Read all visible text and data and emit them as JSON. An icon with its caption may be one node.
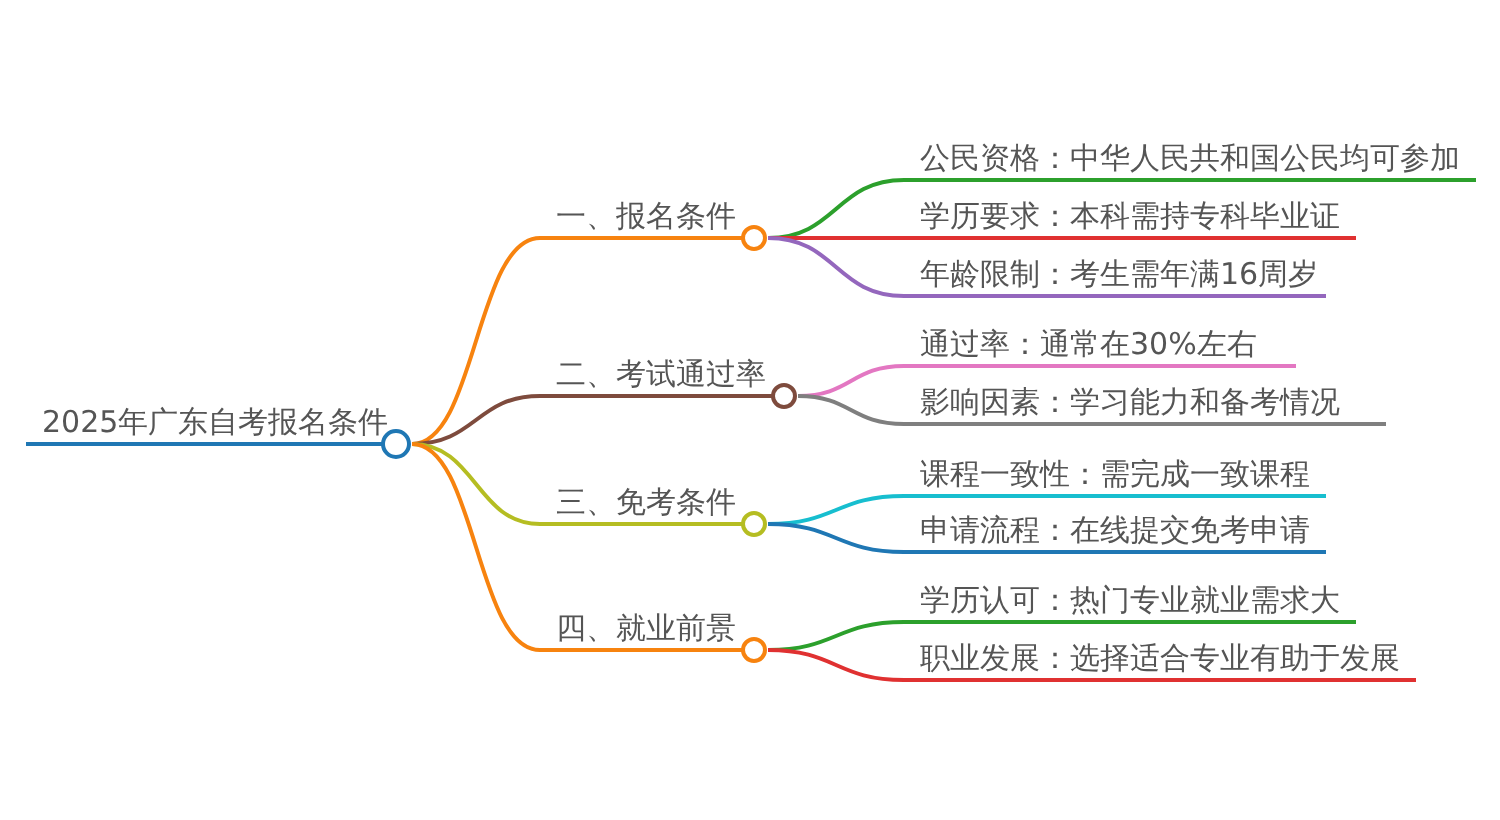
{
  "diagram": {
    "nodes": [
      {
        "text": [
          "2025年广东自考报名条件"
        ]
      },
      {
        "text": [
          "一、报名条件"
        ]
      },
      {
        "text": [
          "公民资格：中华人民共和国公民均可参加"
        ]
      },
      {
        "text": [
          "学历要求：本科需持专科毕业证"
        ]
      },
      {
        "text": [
          "年龄限制：考生需年满16周岁"
        ]
      },
      {
        "text": [
          "二、考试通过率"
        ]
      },
      {
        "text": [
          "通过率：通常在30%左右"
        ]
      },
      {
        "text": [
          "影响因素：学习能力和备考情况"
        ]
      },
      {
        "text": [
          "三、免考条件"
        ]
      },
      {
        "text": [
          "课程一致性：需完成一致课程"
        ]
      },
      {
        "text": [
          "申请流程：在线提交免考申请"
        ]
      },
      {
        "text": [
          "四、就业前景"
        ]
      },
      {
        "text": [
          "学历认可：热门专业就业需求大"
        ]
      },
      {
        "text": [
          "职业发展：选择适合专业有助于发展"
        ]
      }
    ],
    "edges": [
      {
        "from": 0,
        "to": 1,
        "arrow": "none",
        "color": "#f7830f"
      },
      {
        "from": 1,
        "to": 2,
        "arrow": "none",
        "color": "#2ca02c"
      },
      {
        "from": 1,
        "to": 3,
        "arrow": "none",
        "color": "#e03131"
      },
      {
        "from": 1,
        "to": 4,
        "arrow": "none",
        "color": "#9467bd"
      },
      {
        "from": 0,
        "to": 5,
        "arrow": "none",
        "color": "#7e4b3d"
      },
      {
        "from": 5,
        "to": 6,
        "arrow": "none",
        "color": "#e377c2"
      },
      {
        "from": 5,
        "to": 7,
        "arrow": "none",
        "color": "#7f7f7f"
      },
      {
        "from": 0,
        "to": 8,
        "arrow": "none",
        "color": "#b5bd22"
      },
      {
        "from": 8,
        "to": 9,
        "arrow": "none",
        "color": "#17becf"
      },
      {
        "from": 8,
        "to": 10,
        "arrow": "none",
        "color": "#1f77b4"
      },
      {
        "from": 0,
        "to": 11,
        "arrow": "none",
        "color": "#f7830f"
      },
      {
        "from": 11,
        "to": 12,
        "arrow": "none",
        "color": "#2ca02c"
      },
      {
        "from": 11,
        "to": 13,
        "arrow": "none",
        "color": "#e03131"
      }
    ]
  }
}
